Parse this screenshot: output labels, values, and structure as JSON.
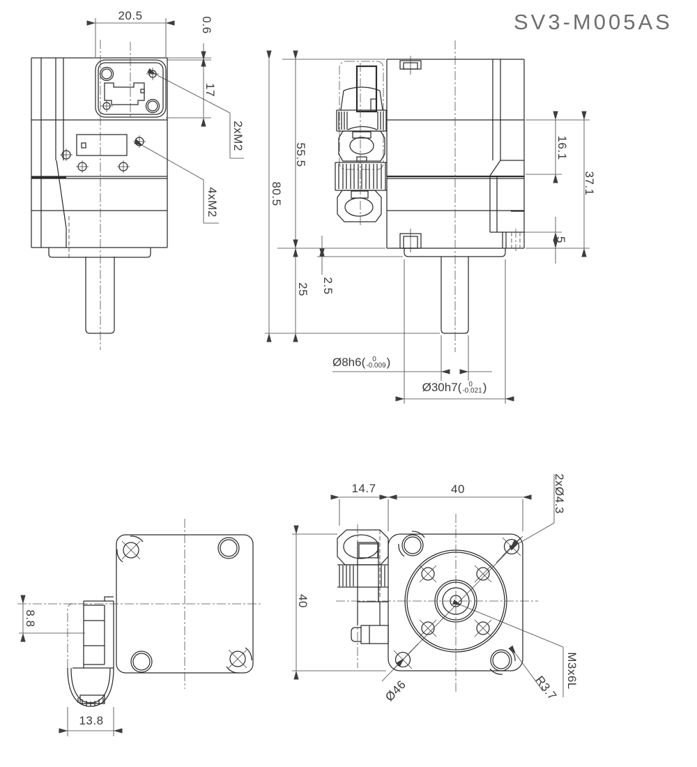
{
  "title": "SV3-M005AS",
  "colors": {
    "line": "#2b2b2b",
    "dim": "#3d3d3d",
    "text": "#3a3a3a",
    "title_text": "#6e6e6e",
    "background": "#ffffff"
  },
  "views": {
    "side": {
      "conn_width": "20.5",
      "top_offset": "0.6",
      "conn_height": "17",
      "leader_conn_screws": "2xM2",
      "leader_face_screws": "4xM2"
    },
    "front_side": {
      "body_height": "55.5",
      "total_height": "80.5",
      "upper_section": "16.1",
      "mid_section": "37.1",
      "tab_height": "5",
      "shaft_length": "25",
      "flange_thickness": "2.5",
      "shaft_diameter": {
        "prefix": "Ø8h6(",
        "upper_tol": "0",
        "lower_tol": "-0.009",
        "suffix": ")"
      },
      "pilot_diameter": {
        "prefix": "Ø30h7(",
        "upper_tol": "0",
        "lower_tol": "-0.021",
        "suffix": ")"
      }
    },
    "rear": {
      "conn_center_offset": "8.8",
      "conn_width": "13.8"
    },
    "face": {
      "gland_depth": "14.7",
      "width": "40",
      "height": "40",
      "corner_holes": "2xØ4.3",
      "bolt_circle": "Ø46",
      "center_tap": "M3x6L",
      "corner_radius": "R3.7"
    }
  }
}
